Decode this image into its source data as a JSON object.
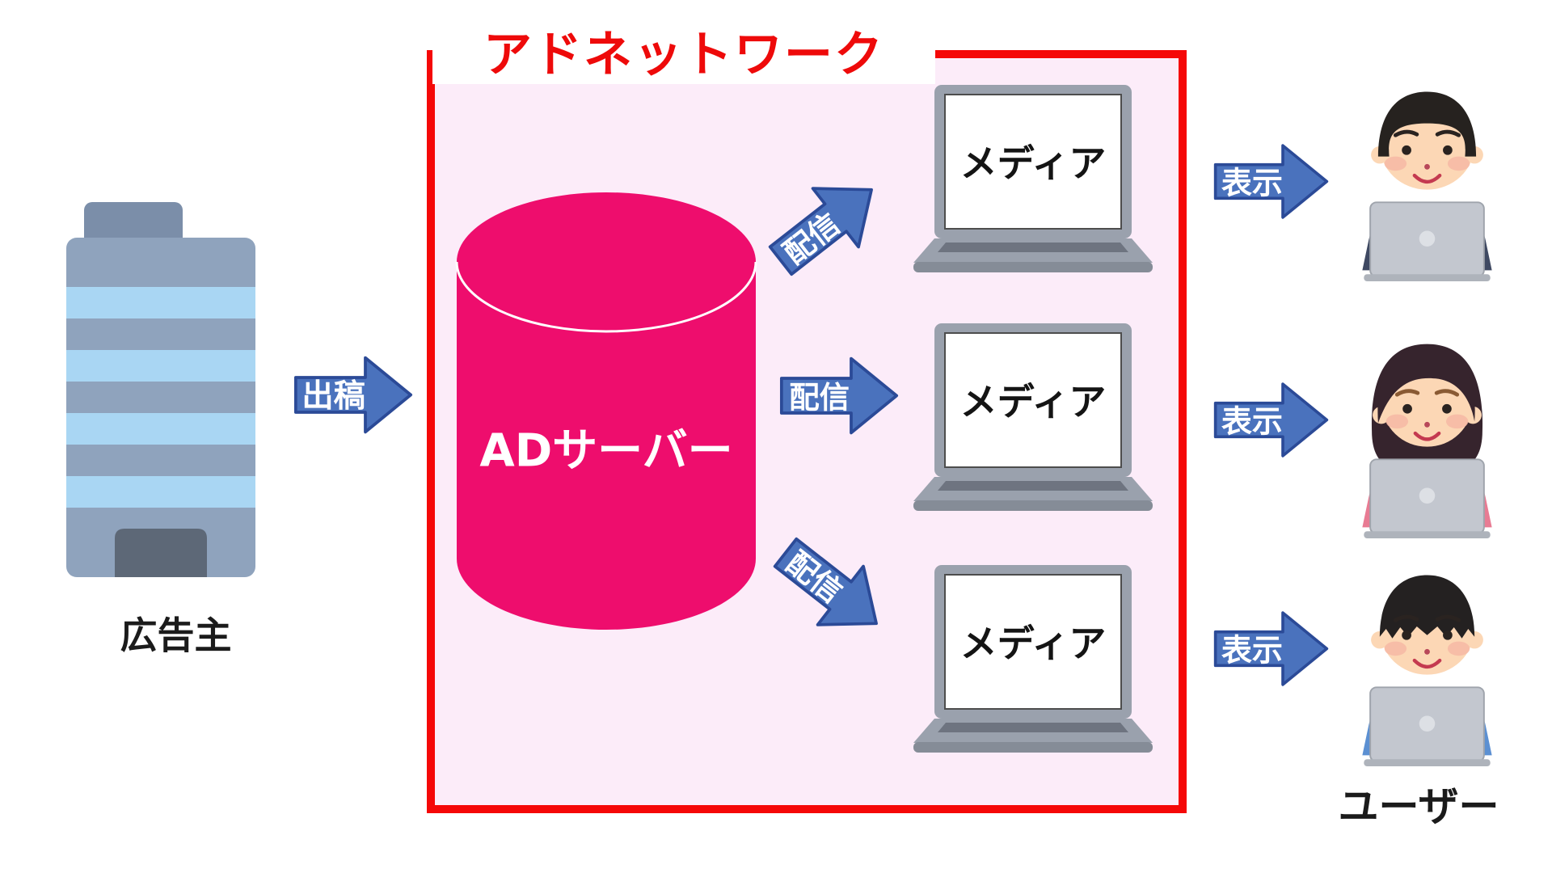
{
  "title": "アドネットワーク",
  "advertiser": {
    "label": "広告主",
    "icon": "office-building-icon"
  },
  "submit_arrow": {
    "label": "出稿"
  },
  "ad_server": {
    "label": "ADサーバー",
    "icon": "database-cylinder-icon"
  },
  "delivery_arrows": [
    {
      "label": "配信"
    },
    {
      "label": "配信"
    },
    {
      "label": "配信"
    }
  ],
  "media_screens": [
    {
      "label": "メディア",
      "icon": "laptop-icon"
    },
    {
      "label": "メディア",
      "icon": "laptop-icon"
    },
    {
      "label": "メディア",
      "icon": "laptop-icon"
    }
  ],
  "display_arrows": [
    {
      "label": "表示"
    },
    {
      "label": "表示"
    },
    {
      "label": "表示"
    }
  ],
  "users": {
    "label": "ユーザー",
    "personas": [
      "businessman-at-laptop-icon",
      "woman-at-laptop-icon",
      "young-man-at-laptop-icon"
    ]
  },
  "colors": {
    "frame_red": "#f50808",
    "title_red": "#ee0a0a",
    "panel_pink": "#fcecf9",
    "server_pink": "#ee0d6d",
    "arrow_blue": "#4a72bd",
    "arrow_outline": "#2b4a97",
    "building_body": "#8fa3bd",
    "building_stripe": "#a9d6f3",
    "laptop_gray": "#9aa1ad"
  }
}
